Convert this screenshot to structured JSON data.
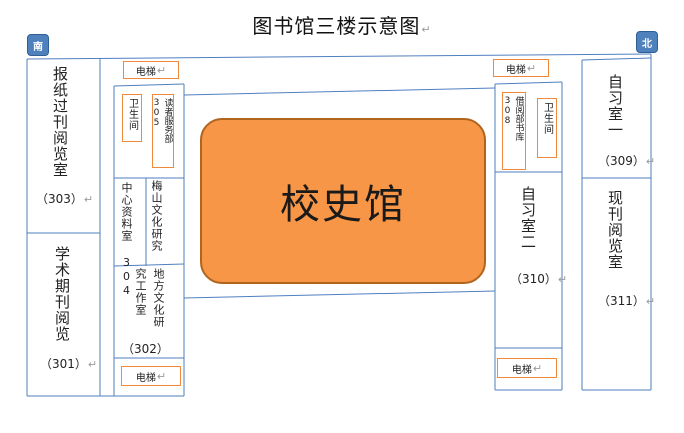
{
  "title": "图书馆三楼示意图",
  "mark": "↵",
  "compass": {
    "south": "南",
    "north": "北"
  },
  "center_hall": "校史馆",
  "rooms": {
    "newspaper": {
      "name": "报纸过刊阅览室",
      "number": "（303）"
    },
    "journals": {
      "name": "学术期刊阅览",
      "number": "（301）"
    },
    "restroom_left": {
      "name": "卫生间"
    },
    "reader_service": {
      "name": "读者服务部 305"
    },
    "info_center": {
      "name": "中心资料室 304"
    },
    "meishan": {
      "name": "梅山文化研究"
    },
    "local_culture": {
      "name": "究工作室"
    },
    "local_culture_b": {
      "name": "地方文化研"
    },
    "room_302": {
      "number": "（302）"
    },
    "circulation": {
      "name": "借阅部书库 308"
    },
    "restroom_right": {
      "name": "卫生间"
    },
    "study_2": {
      "name": "自习室二",
      "number": "（310）"
    },
    "study_1": {
      "name": "自习室一",
      "number": "（309）"
    },
    "current_journals": {
      "name": "现刊阅览室",
      "number": "（311）"
    }
  },
  "elevators": {
    "top_left": "电梯",
    "top_right": "电梯",
    "bottom_left": "电梯",
    "bottom_right": "电梯"
  },
  "colors": {
    "line": "#4f7fbf",
    "accent": "#f08a3a",
    "hall_fill": "#f79646"
  }
}
